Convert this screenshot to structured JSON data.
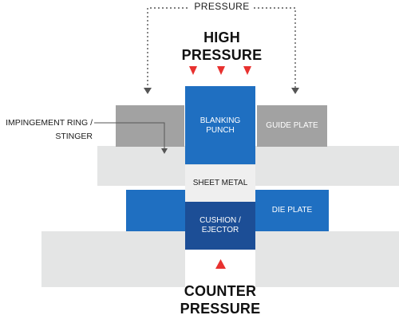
{
  "labels": {
    "pressure_top": "PRESSURE",
    "high_pressure": "HIGH\nPRESSURE",
    "impingement": "IMPINGEMENT RING /\nSTINGER",
    "blanking_punch": "BLANKING\nPUNCH",
    "guide_plate": "GUIDE PLATE",
    "sheet_metal": "SHEET METAL",
    "die_plate": "DIE PLATE",
    "cushion_ejector": "CUSHION /\nEJECTOR",
    "counter_pressure": "COUNTER\nPRESSURE"
  },
  "colors": {
    "blue": "#1f6fc1",
    "dark_blue": "#1c4e96",
    "gray_block": "#a2a2a2",
    "light_gray": "#e4e5e5",
    "sheet_metal_fill": "#efefef",
    "red_arrow": "#e8312f",
    "dotted_line": "#555555"
  }
}
